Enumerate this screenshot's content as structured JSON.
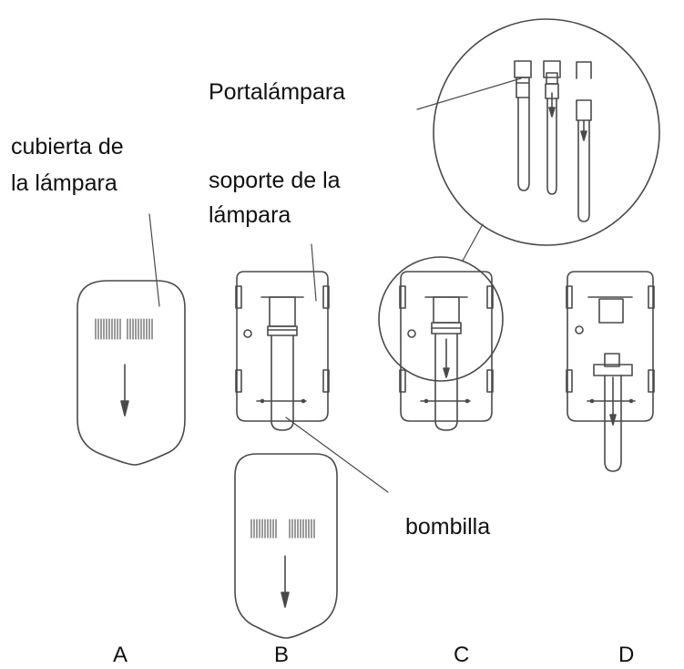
{
  "labels": {
    "lamp_holder": "Portalámpara",
    "lamp_cover_line1": "cubierta  de",
    "lamp_cover_line2": "la lámpara",
    "lamp_support_line1": "soporte de la",
    "lamp_support_line2": "lámpara",
    "bulb": "bombilla"
  },
  "steps": [
    "A",
    "B",
    "C",
    "D"
  ],
  "colors": {
    "stroke": "#4a4a4a",
    "text": "#111111",
    "background": "#ffffff"
  }
}
